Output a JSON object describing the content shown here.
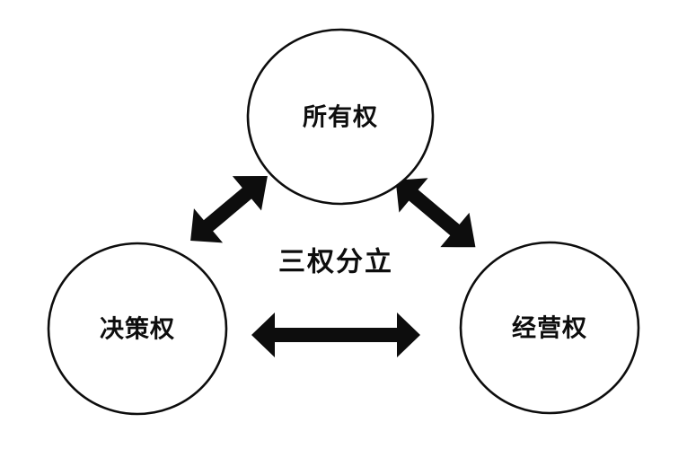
{
  "colors": {
    "ink": "#0d0d0d",
    "node_fill": "#ffffff",
    "background": "#ffffff"
  },
  "diagram": {
    "center_label": "三权分立",
    "nodes": [
      {
        "id": "ownership",
        "label": "所有权",
        "position": "top"
      },
      {
        "id": "decision",
        "label": "决策权",
        "position": "bottom-left"
      },
      {
        "id": "management",
        "label": "经营权",
        "position": "bottom-right"
      }
    ],
    "connections": [
      {
        "from": "ownership",
        "to": "decision",
        "style": "double-headed-arrow"
      },
      {
        "from": "ownership",
        "to": "management",
        "style": "double-headed-arrow"
      },
      {
        "from": "decision",
        "to": "management",
        "style": "double-headed-arrow"
      }
    ]
  }
}
